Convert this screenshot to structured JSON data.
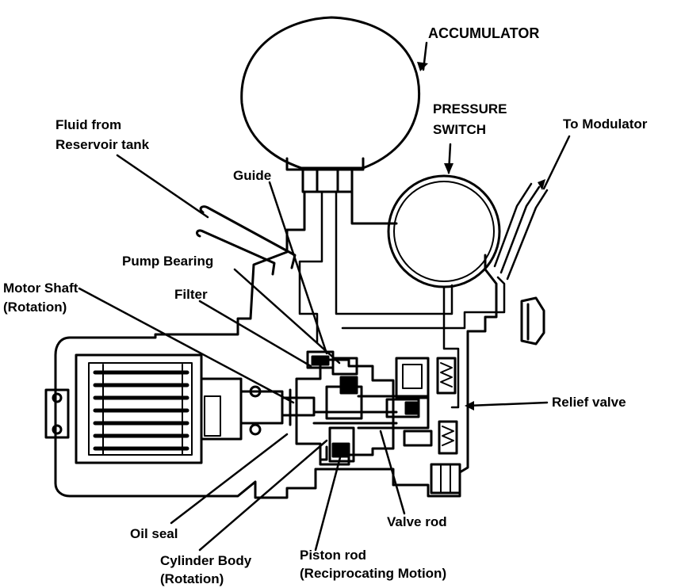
{
  "labels": {
    "accumulator": "ACCUMULATOR",
    "pressure_switch_1": "PRESSURE",
    "pressure_switch_2": "SWITCH",
    "to_modulator": "To Modulator",
    "fluid_from_1": "Fluid from",
    "fluid_from_2": "Reservoir tank",
    "guide": "Guide",
    "pump_bearing": "Pump Bearing",
    "motor_shaft_1": "Motor Shaft",
    "motor_shaft_2": "(Rotation)",
    "filter": "Filter",
    "relief_valve": "Relief valve",
    "valve_rod": "Valve rod",
    "oil_seal": "Oil seal",
    "cylinder_body_1": "Cylinder Body",
    "cylinder_body_2": "(Rotation)",
    "piston_rod_1": "Piston rod",
    "piston_rod_2": "(Reciprocating Motion)"
  },
  "colors": {
    "ink": "#000000",
    "paper": "#ffffff"
  }
}
